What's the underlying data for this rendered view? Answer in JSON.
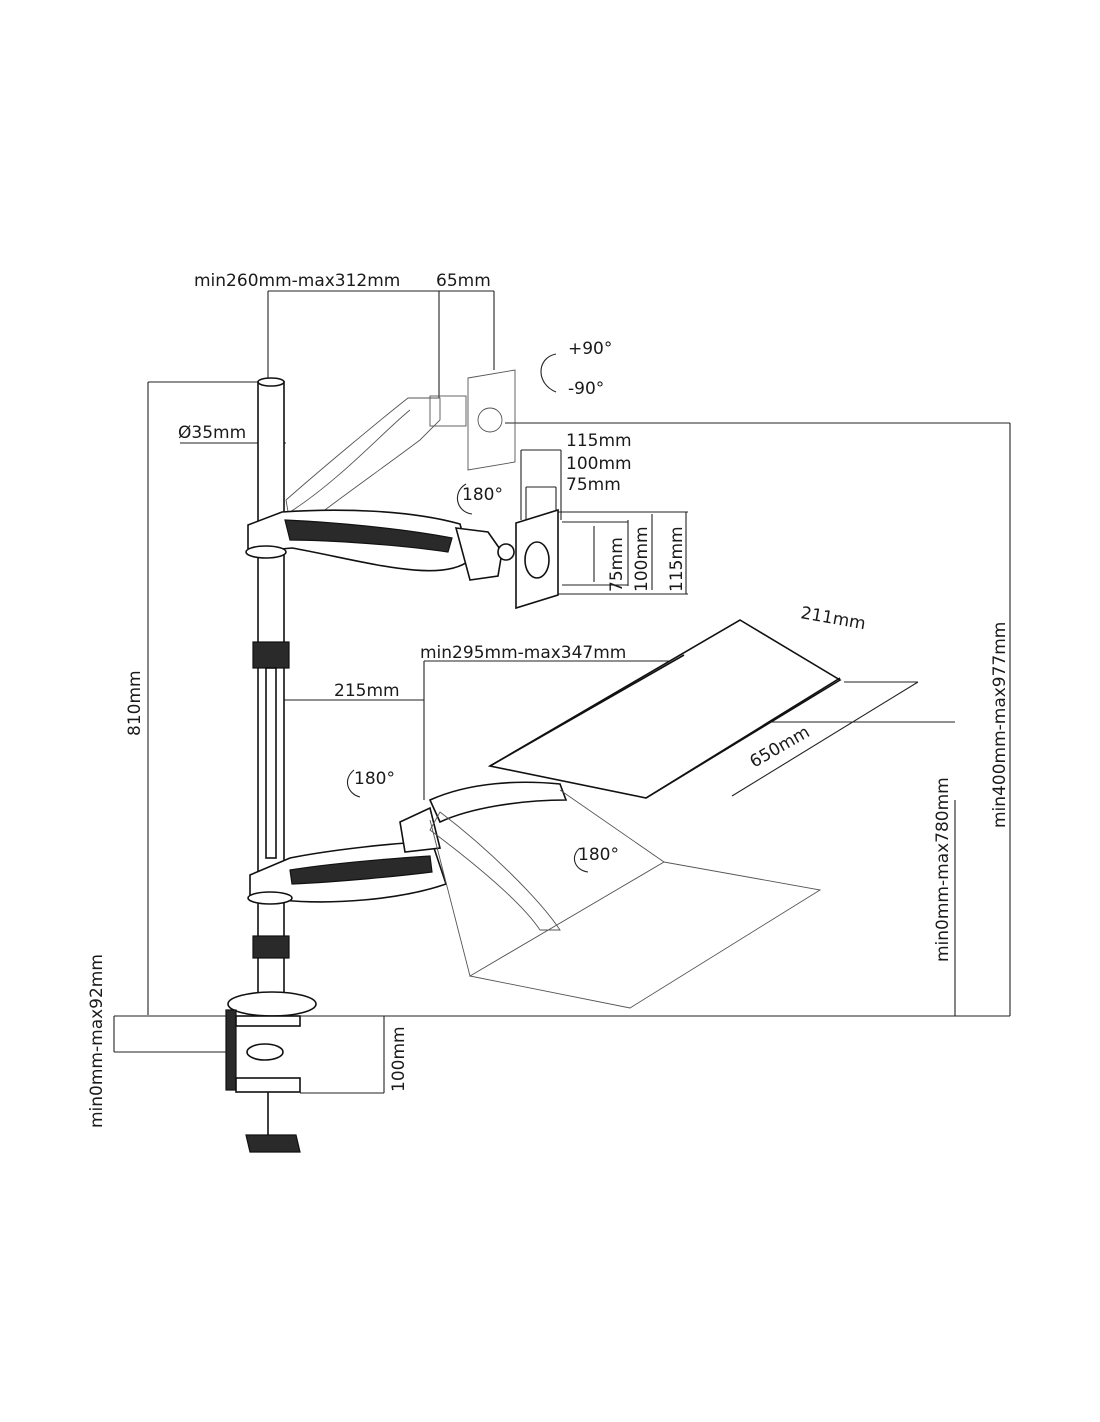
{
  "diagram": {
    "dimensions": {
      "arm_reach": "min260mm-max312mm",
      "vesa_offset": "65mm",
      "pole_diameter": "Ø35mm",
      "tilt_plus": "+90°",
      "tilt_minus": "-90°",
      "vesa_115_top": "115mm",
      "vesa_100_top": "100mm",
      "vesa_75_top": "75mm",
      "vesa_75_side": "75mm",
      "vesa_100_side": "100mm",
      "vesa_115_side": "115mm",
      "pole_height": "810mm",
      "tray_arm_reach": "min295mm-max347mm",
      "tray_arm_offset": "215mm",
      "tray_depth": "211mm",
      "tray_width": "650mm",
      "tray_height_range": "min0mm-max780mm",
      "total_height_range": "min400mm-max977mm",
      "desk_thickness": "min0mm-max92mm",
      "clamp_height": "100mm"
    },
    "rotations": {
      "monitor_swivel": "180°",
      "tray_arm_swivel": "180°",
      "tray_swivel": "180°"
    }
  }
}
